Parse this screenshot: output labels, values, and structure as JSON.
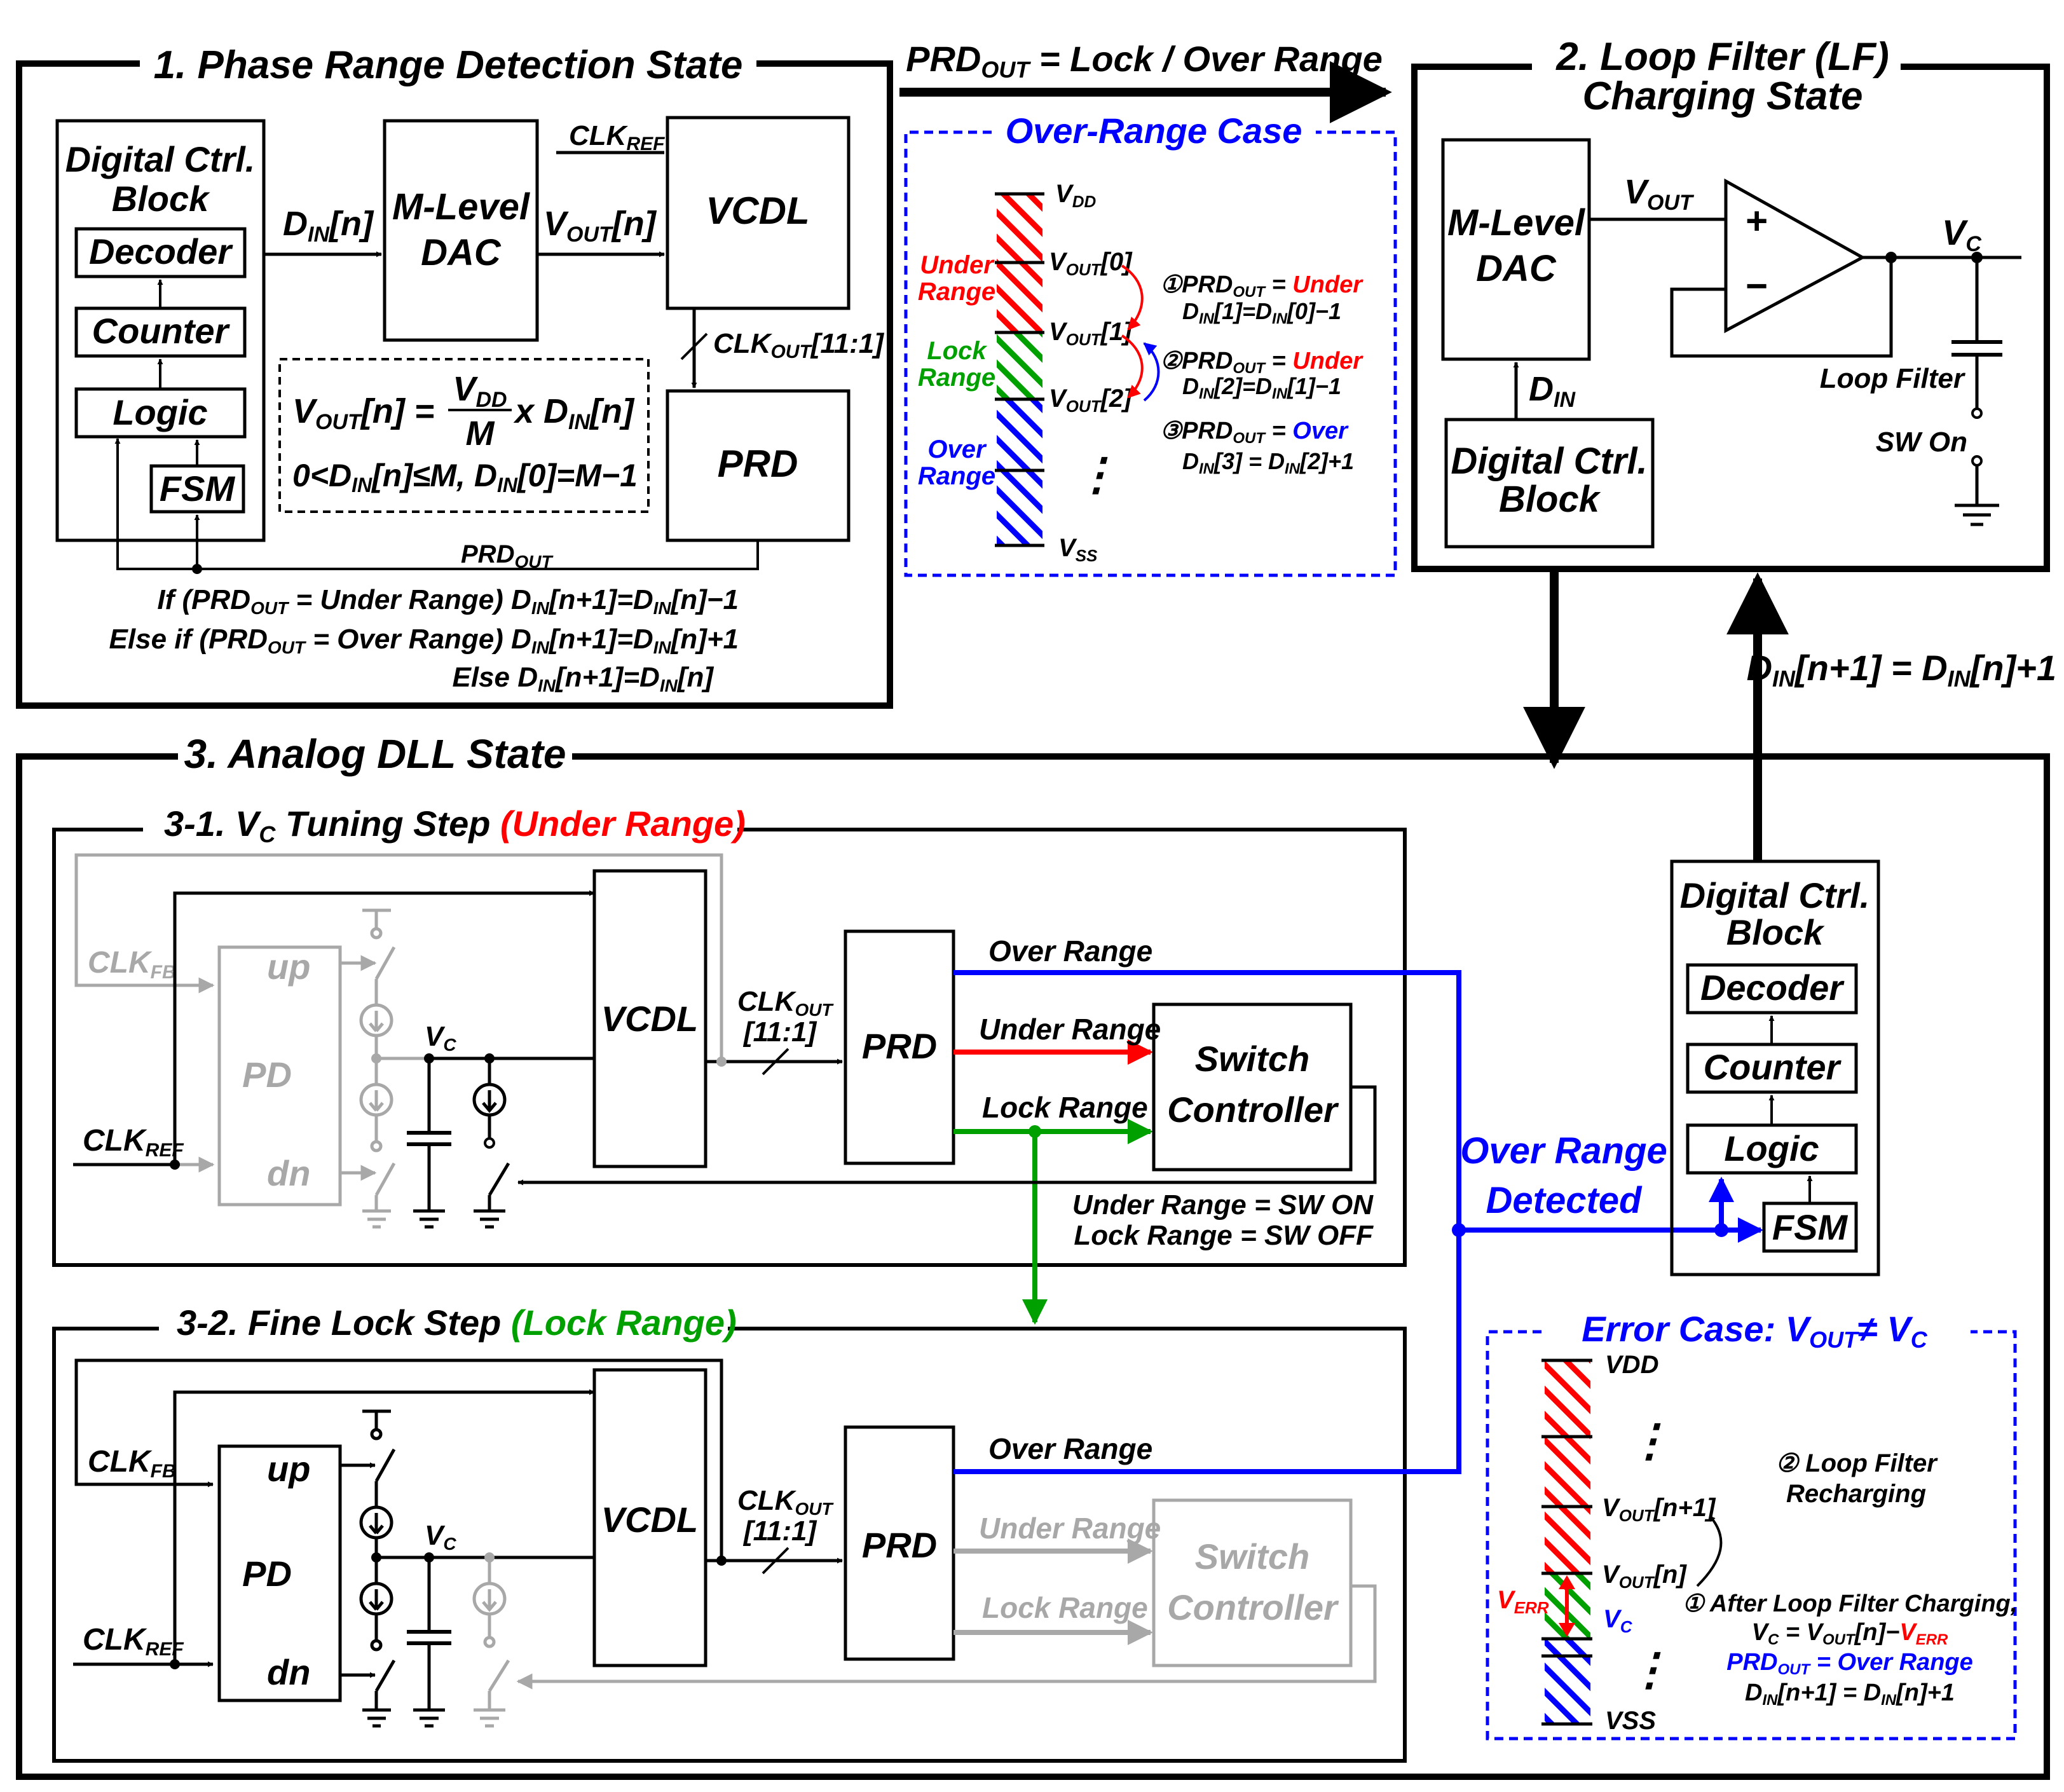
{
  "colors": {
    "red": "#ff0000",
    "green": "#00a000",
    "blue": "#0000ff",
    "gray": "#a8a8a8",
    "black": "#000000"
  },
  "top_arrow": {
    "label": "PRD",
    "sub": "OUT",
    "rest": " = Lock / Over Range"
  },
  "state1": {
    "title": "1. Phase Range Detection State",
    "digital_block": [
      "Digital Ctrl.",
      "Block"
    ],
    "decoder": "Decoder",
    "counter": "Counter",
    "logic": "Logic",
    "fsm": "FSM",
    "din": {
      "main": "D",
      "sub": "IN",
      "rest": "[n]"
    },
    "dac": [
      "M-Level",
      "DAC"
    ],
    "vout": {
      "main": "V",
      "sub": "OUT",
      "rest": "[n]"
    },
    "clkref": {
      "main": "CLK",
      "sub": "REF"
    },
    "vcdl": "VCDL",
    "clkout": {
      "main": "CLK",
      "sub": "OUT",
      "rest": "[11:1]"
    },
    "prd": "PRD",
    "prdout": {
      "main": "PRD",
      "sub": "OUT"
    },
    "eq1": {
      "lhs_main": "V",
      "lhs_sub": "OUT",
      "lhs_rest": "[n] =",
      "num_main": "V",
      "num_sub": "DD",
      "den": "M",
      "rhs_main": "x D",
      "rhs_sub": "IN",
      "rhs_rest": "[n]"
    },
    "eq2": "0<D[n]≤M, D[0]=M−1",
    "eq2_parts": [
      "0<D",
      "IN",
      "[n]≤M, D",
      "IN",
      "[0]=M−1"
    ],
    "rules": [
      [
        "If (PRD",
        "OUT",
        " = Under Range) D",
        "IN",
        "[n+1]=D",
        "IN",
        "[n]−1"
      ],
      [
        "Else if (PRD",
        "OUT",
        " = Over Range) D",
        "IN",
        "[n+1]=D",
        "IN",
        "[n]+1"
      ],
      [
        "Else D",
        "IN",
        "[n+1]=D",
        "IN",
        "[n]"
      ]
    ]
  },
  "over_range_case": {
    "title": "Over-Range Case",
    "vdd": {
      "main": "V",
      "sub": "DD"
    },
    "vss": {
      "main": "V",
      "sub": "SS"
    },
    "levels": [
      {
        "main": "V",
        "sub": "OUT",
        "rest": "[0]"
      },
      {
        "main": "V",
        "sub": "OUT",
        "rest": "[1]"
      },
      {
        "main": "V",
        "sub": "OUT",
        "rest": "[2]"
      }
    ],
    "under_range": [
      "Under",
      "Range"
    ],
    "lock_range": [
      "Lock",
      "Range"
    ],
    "over_range": [
      "Over",
      "Range"
    ],
    "steps": [
      {
        "num": "①",
        "a": "PRD",
        "sub": "OUT",
        "eq": " = ",
        "val": "Under",
        "din": [
          "D",
          "IN",
          "[1]=D",
          "IN",
          "[0]−1"
        ]
      },
      {
        "num": "②",
        "a": "PRD",
        "sub": "OUT",
        "eq": " = ",
        "val": "Under",
        "din": [
          "D",
          "IN",
          "[2]=D",
          "IN",
          "[1]−1"
        ]
      },
      {
        "num": "③",
        "a": "PRD",
        "sub": "OUT",
        "eq": " = ",
        "val": "Over",
        "din": [
          "D",
          "IN",
          "[3] = D",
          "IN",
          "[2]+1"
        ]
      }
    ],
    "ellipsis": "⋮"
  },
  "state2": {
    "title": [
      "2. Loop Filter (LF)",
      "Charging State"
    ],
    "dac": [
      "M-Level",
      "DAC"
    ],
    "vout": {
      "main": "V",
      "sub": "OUT"
    },
    "vc": {
      "main": "V",
      "sub": "C"
    },
    "din": {
      "main": "D",
      "sub": "IN"
    },
    "digital_block": [
      "Digital Ctrl.",
      "Block"
    ],
    "loop_filter": "Loop Filter",
    "sw_on": "SW On",
    "plus": "+",
    "minus": "−"
  },
  "din_update": [
    "D",
    "IN",
    "[n+1] = D",
    "IN",
    "[n]+1"
  ],
  "state3": {
    "title": "3. Analog DLL State",
    "step1": {
      "prefix": "3-1. V",
      "sub": "C",
      "mid": " Tuning Step ",
      "tag": "(Under Range)"
    },
    "step2": {
      "prefix": "3-2. Fine Lock Step ",
      "tag": "(Lock Range)"
    },
    "clkfb": {
      "main": "CLK",
      "sub": "FB"
    },
    "clkref": {
      "main": "CLK",
      "sub": "REF"
    },
    "up": "up",
    "dn": "dn",
    "pd": "PD",
    "vc": {
      "main": "V",
      "sub": "C"
    },
    "vcdl": "VCDL",
    "clkout": {
      "main": "CLK",
      "sub": "OUT",
      "rest": "[11:1]"
    },
    "prd": "PRD",
    "over_range": "Over Range",
    "under_range": "Under Range",
    "lock_range": "Lock Range",
    "switch_controller": [
      "Switch",
      "Controller"
    ],
    "sw_rules": [
      "Under Range = SW ON",
      "Lock  Range = SW OFF"
    ],
    "over_detected": [
      "Over Range",
      "Detected"
    ],
    "digital_block": [
      "Digital Ctrl.",
      "Block"
    ],
    "decoder": "Decoder",
    "counter": "Counter",
    "logic": "Logic",
    "fsm": "FSM"
  },
  "error_case": {
    "title_parts": [
      "Error Case: V",
      "OUT",
      "≠ V",
      "C"
    ],
    "vdd": "VDD",
    "vss": "VSS",
    "vout_n1": {
      "main": "V",
      "sub": "OUT",
      "rest": "[n+1]"
    },
    "vout_n": {
      "main": "V",
      "sub": "OUT",
      "rest": "[n]"
    },
    "vc": {
      "main": "V",
      "sub": "C"
    },
    "verr": {
      "main": "V",
      "sub": "ERR"
    },
    "note2": [
      "② Loop Filter",
      "Recharging"
    ],
    "note1_line1": "① After Loop Filter Charging,",
    "note1_line2": [
      "V",
      "C",
      " = V",
      "OUT",
      "[n]−",
      "V",
      "ERR"
    ],
    "note1_line3": [
      "PRD",
      "OUT",
      " = Over Range"
    ],
    "note1_line4": [
      "D",
      "IN",
      "[n+1] = D",
      "IN",
      "[n]+1"
    ],
    "ellipsis": "⋮"
  }
}
